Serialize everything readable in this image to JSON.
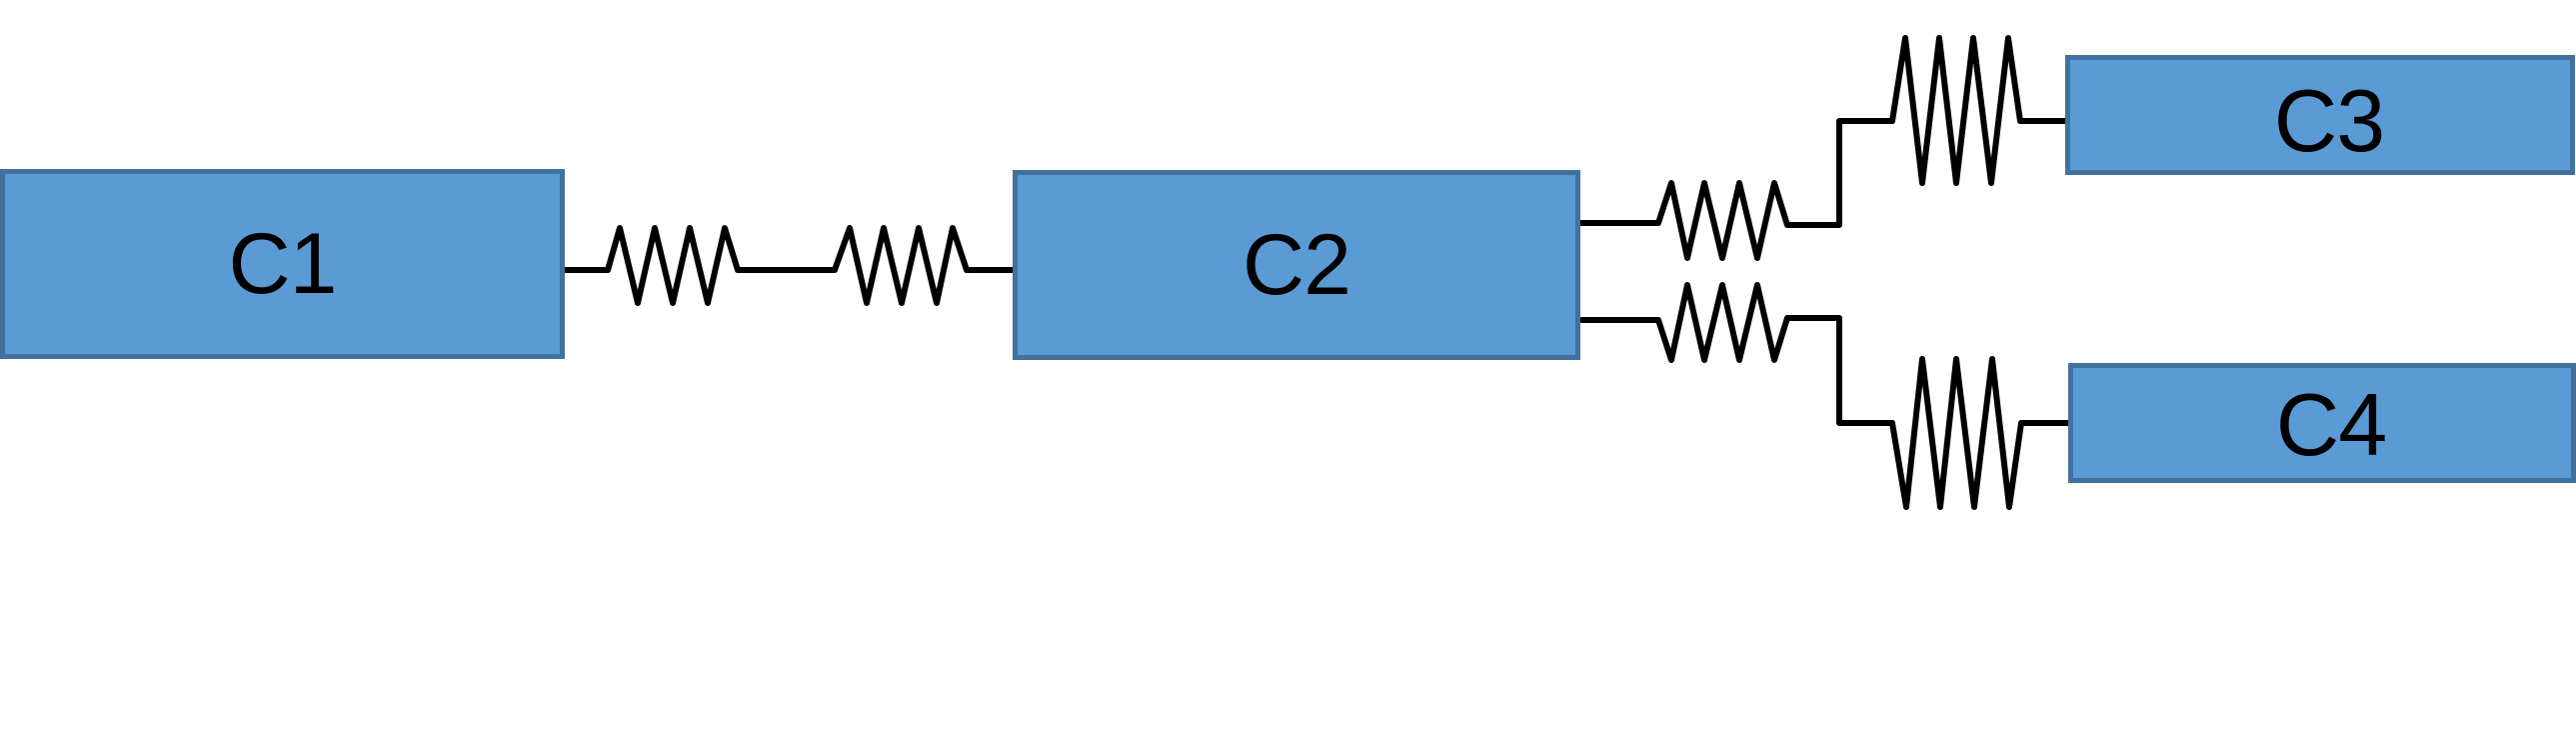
{
  "diagram": {
    "type": "thermal/electrical resistor network",
    "background_color": "#ffffff",
    "node_fill_color": "#5B9BD5",
    "node_border_color": "#41719C",
    "wire_color": "#000000",
    "nodes": [
      {
        "id": "C1",
        "label": "C1"
      },
      {
        "id": "C2",
        "label": "C2"
      },
      {
        "id": "C3",
        "label": "C3"
      },
      {
        "id": "C4",
        "label": "C4"
      }
    ],
    "connections": [
      {
        "from": "C1",
        "to": "C2",
        "resistors_in_series": 2
      },
      {
        "from": "C2",
        "to": "C3",
        "resistors_in_series": 2
      },
      {
        "from": "C2",
        "to": "C4",
        "resistors_in_series": 2
      }
    ],
    "resistor_icon": "zigzag-resistor-icon"
  }
}
